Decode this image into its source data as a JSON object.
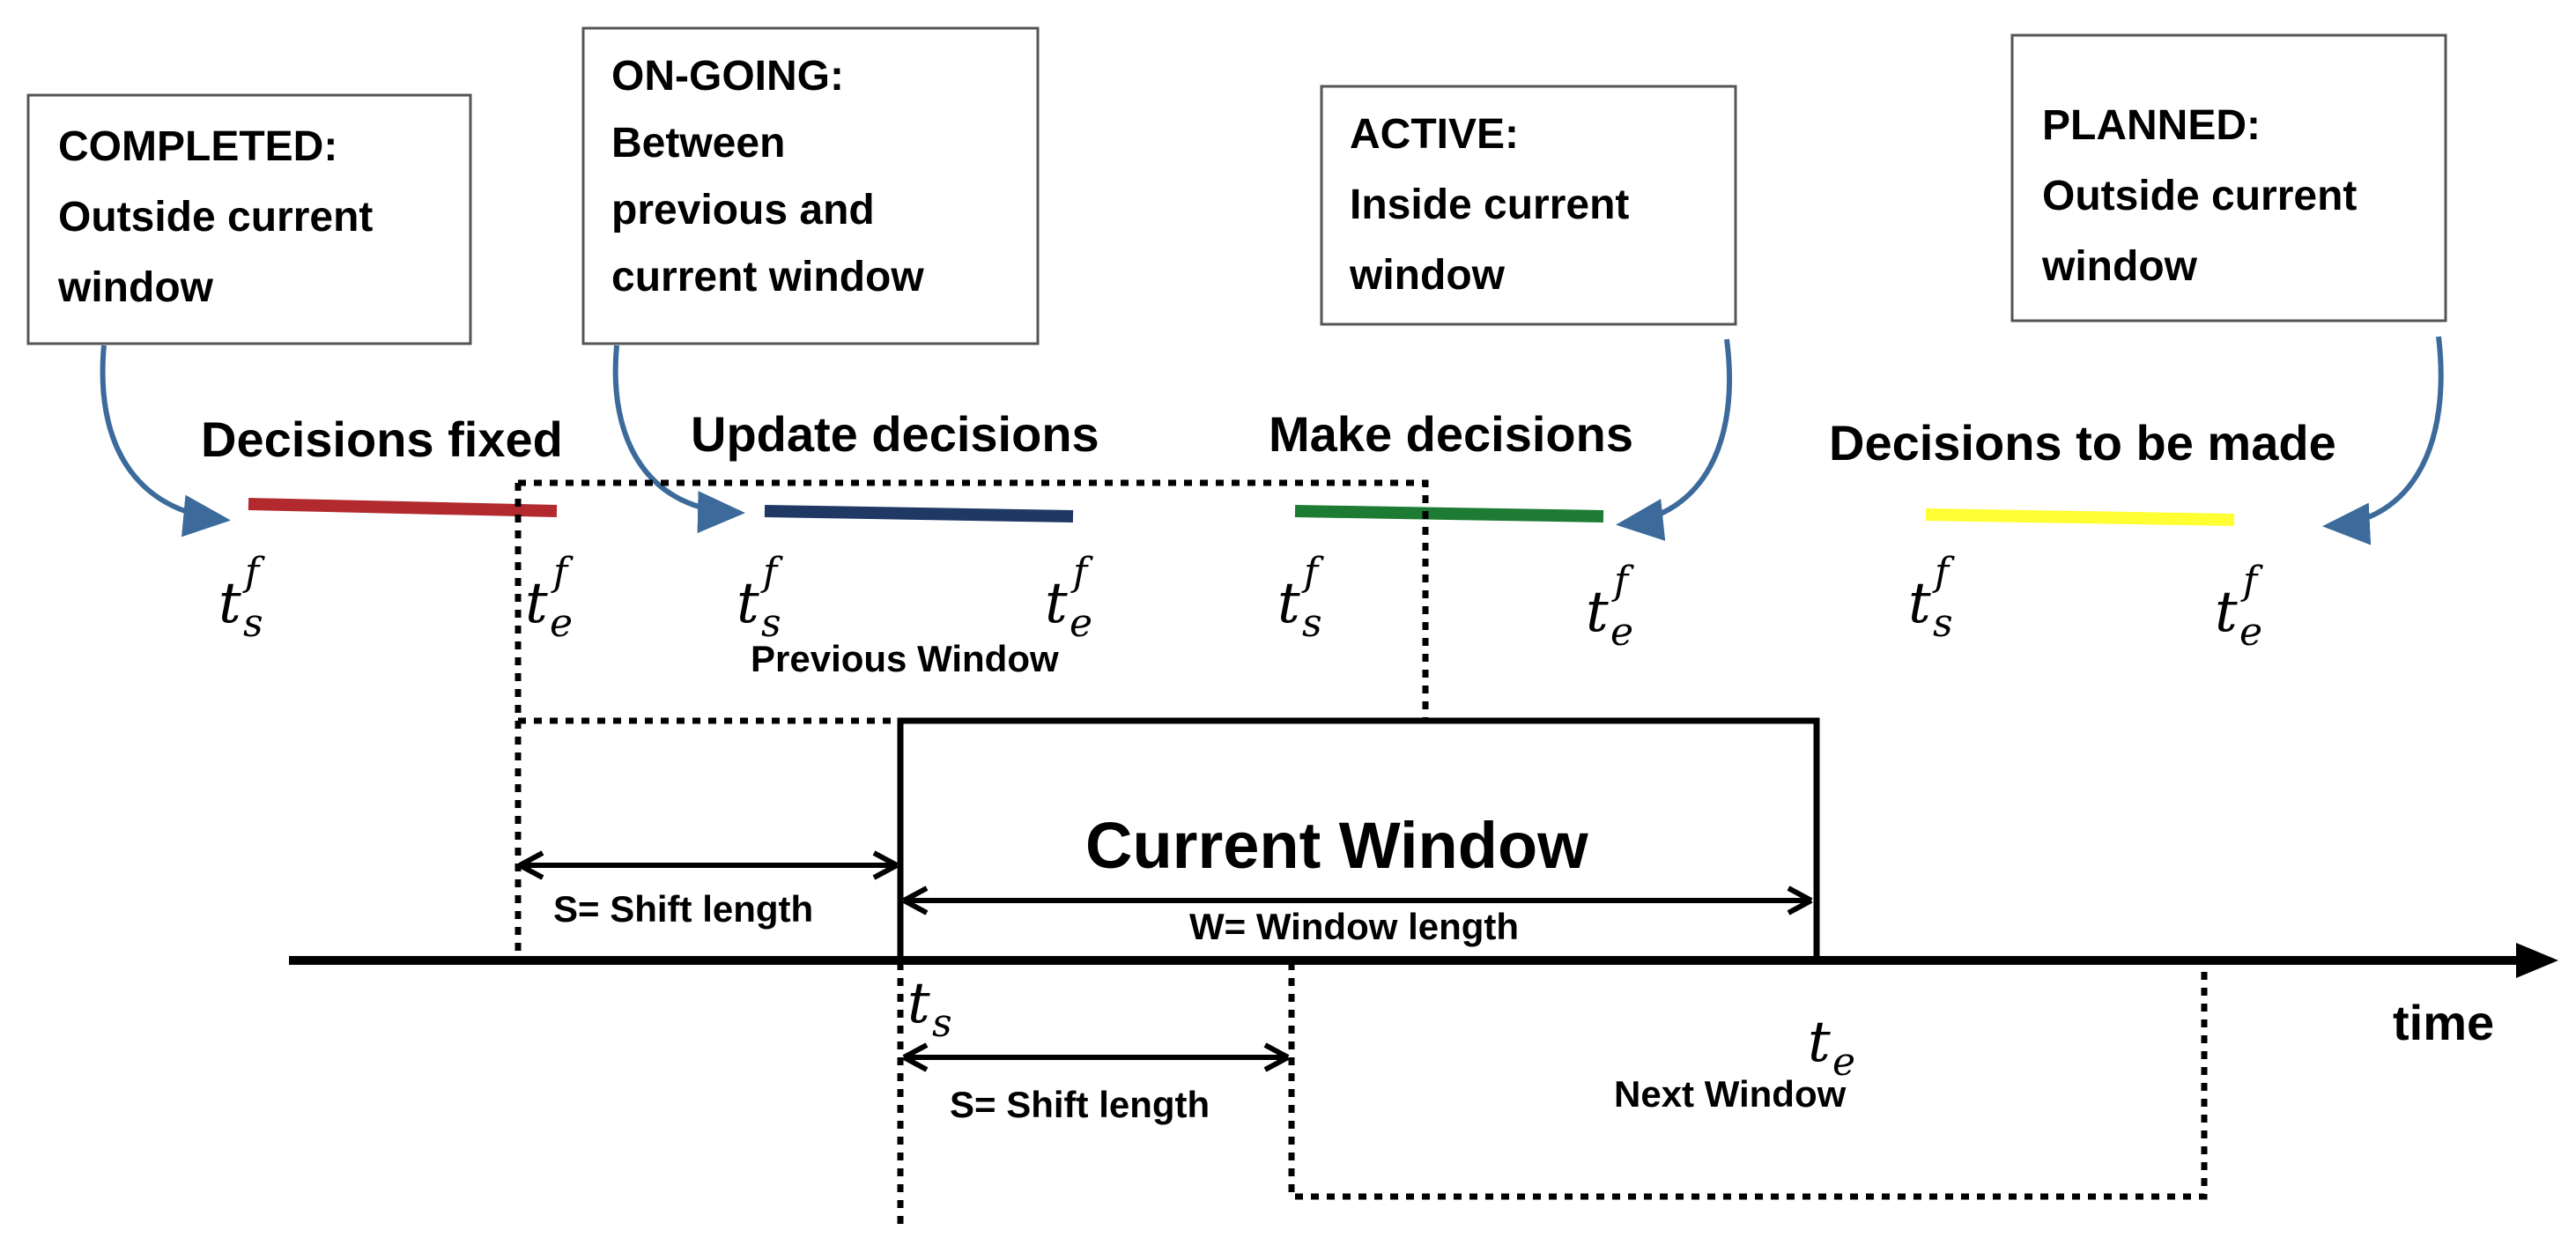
{
  "status_boxes": [
    {
      "id": "completed",
      "lines": [
        "COMPLETED:",
        "Outside current",
        "window"
      ]
    },
    {
      "id": "ongoing",
      "lines": [
        "ON-GOING:",
        "Between",
        "previous and",
        "current window"
      ]
    },
    {
      "id": "active",
      "lines": [
        "ACTIVE:",
        "Inside current",
        "window"
      ]
    },
    {
      "id": "planned",
      "lines": [
        "PLANNED:",
        "Outside current",
        "window"
      ]
    }
  ],
  "decision_labels": [
    {
      "id": "fixed",
      "text": "Decisions fixed"
    },
    {
      "id": "update",
      "text": "Update decisions"
    },
    {
      "id": "make",
      "text": "Make decisions"
    },
    {
      "id": "tobemade",
      "text": "Decisions to be made"
    }
  ],
  "decision_bar_colors": {
    "fixed": "#b22a2e",
    "update": "#1f3864",
    "make": "#1e7b34",
    "tobemade": "#ffff33"
  },
  "arrow_color": "#3b6a9b",
  "time_symbols": {
    "t": "t",
    "start_sub": "s",
    "end_sub": "e",
    "sup": "f"
  },
  "windows": {
    "previous": "Previous Window",
    "current": "Current Window",
    "next": "Next Window"
  },
  "dimensions": {
    "shift_top": "S= Shift length",
    "window": "W= Window length",
    "shift_bottom": "S= Shift length"
  },
  "axis": {
    "label": "time",
    "ts": "s",
    "te": "e"
  }
}
